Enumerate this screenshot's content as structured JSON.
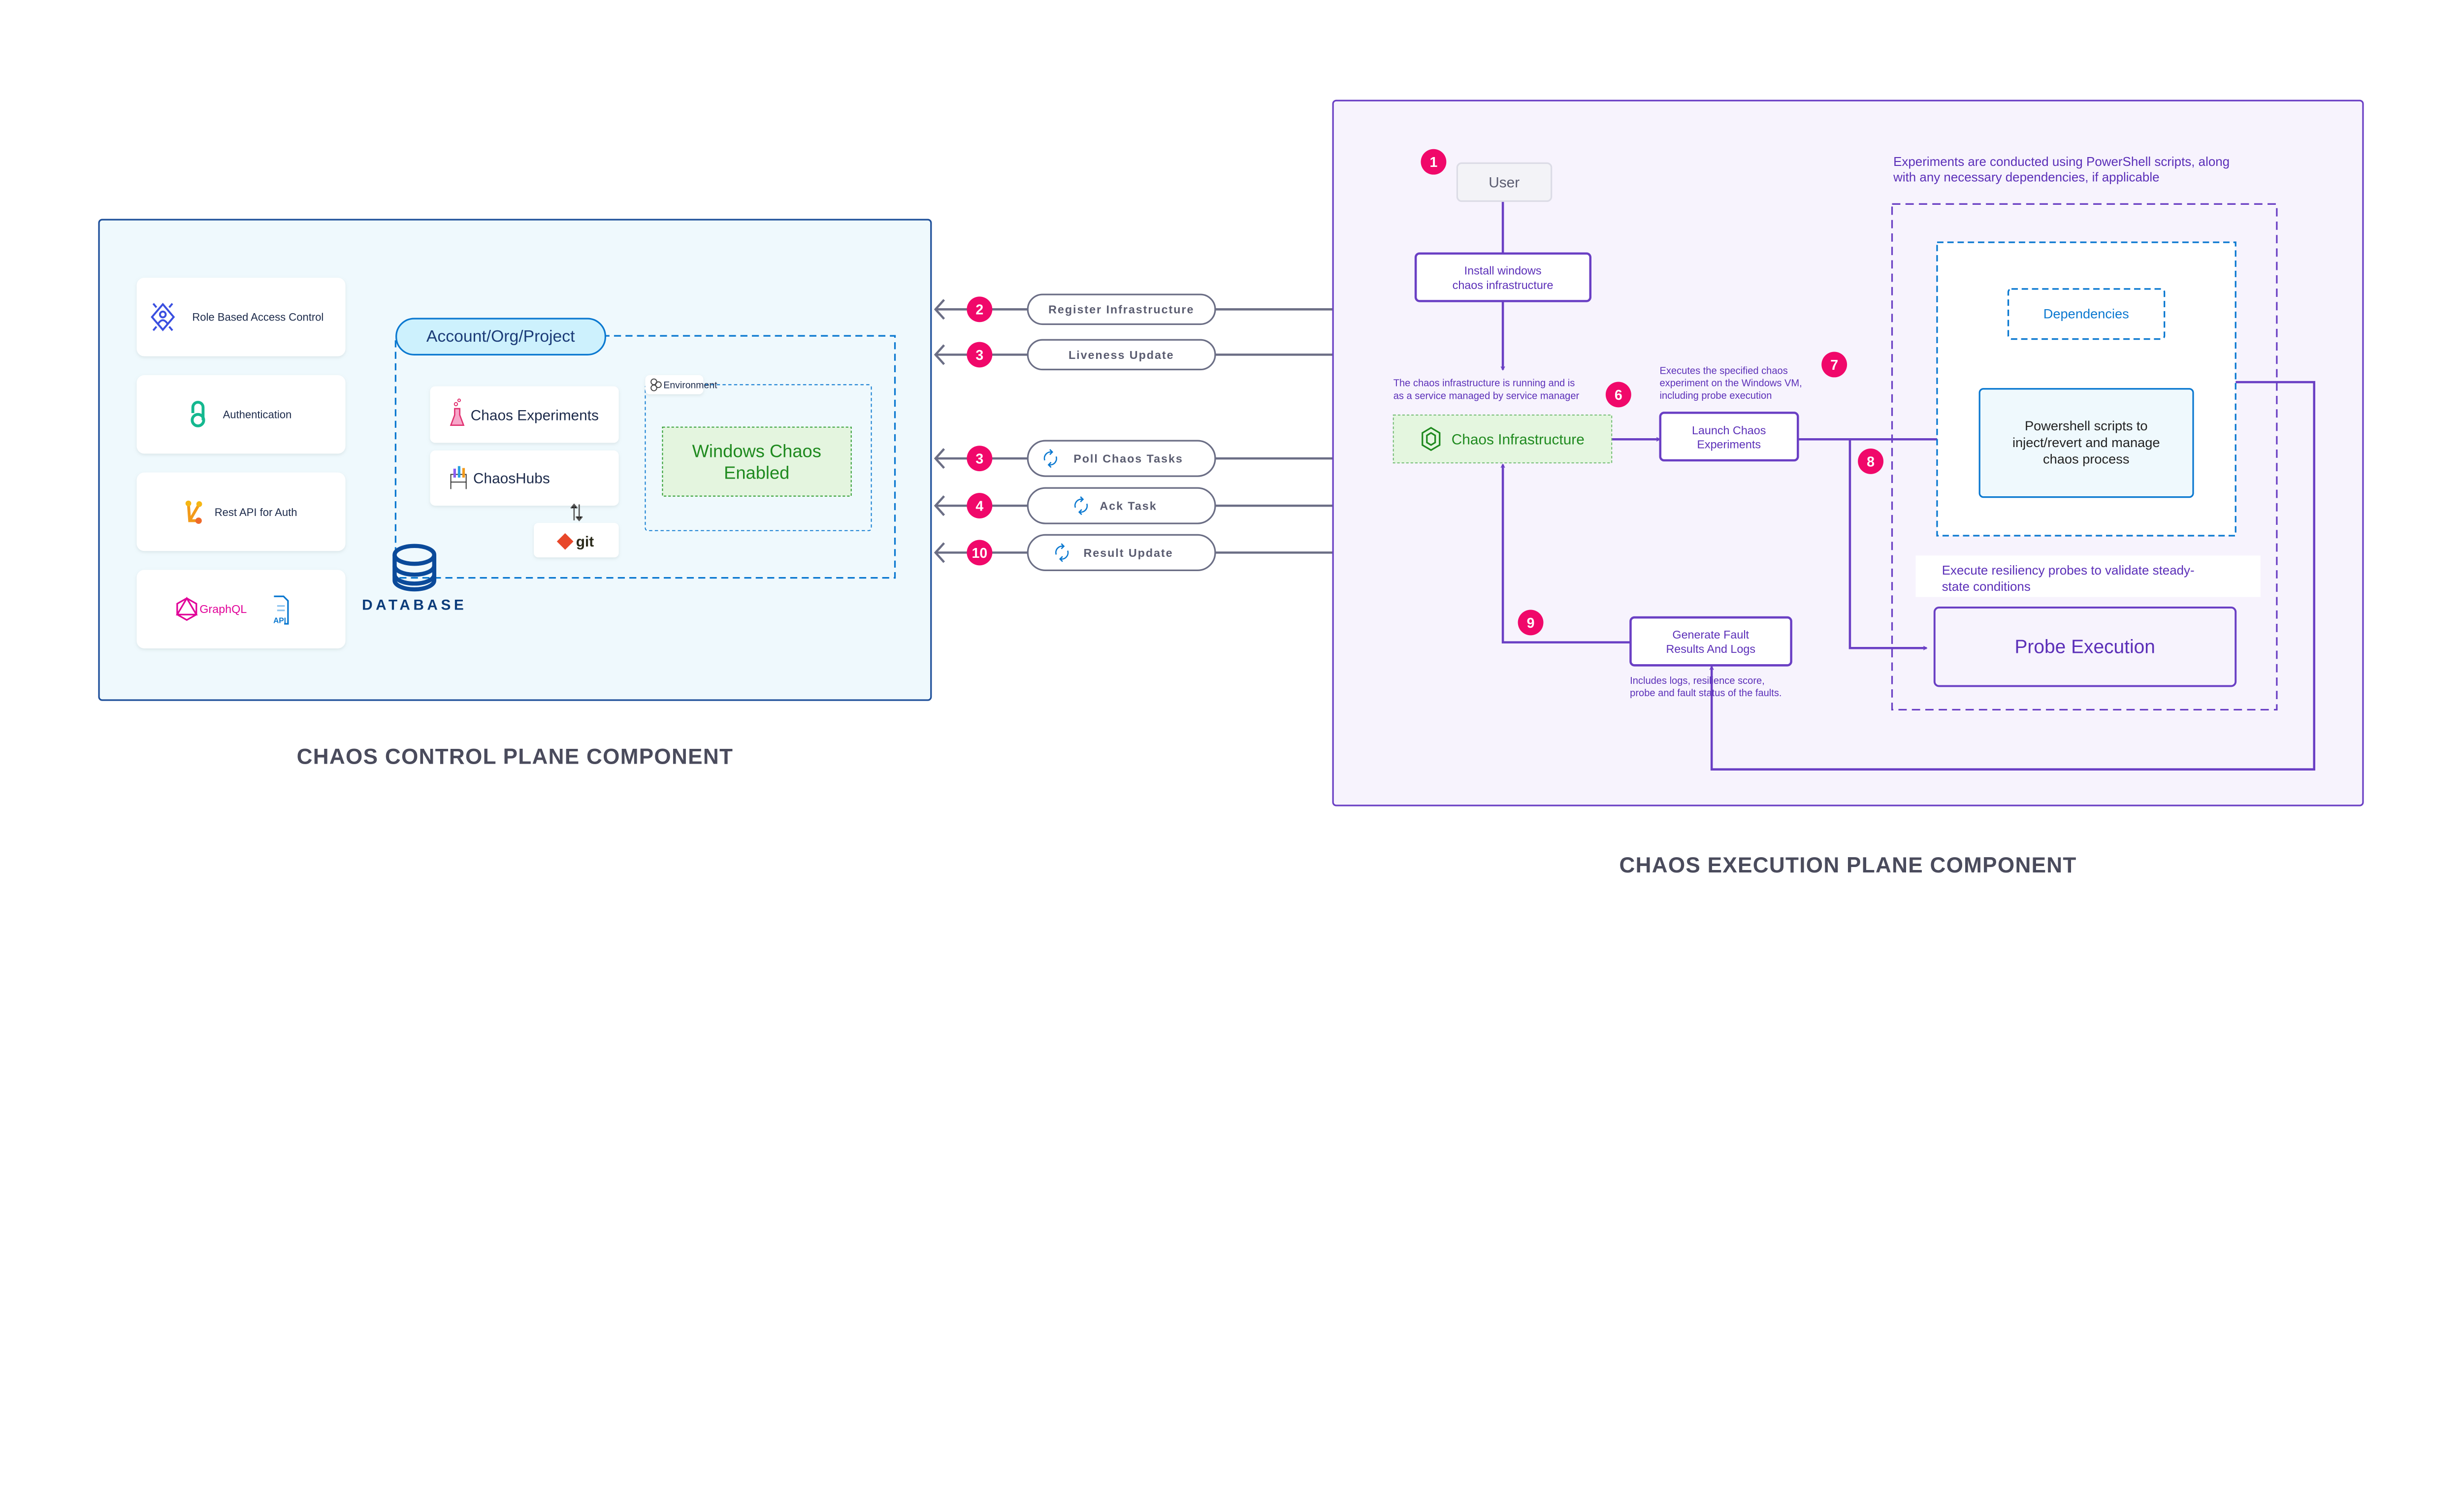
{
  "control_plane": {
    "title": "CHAOS CONTROL PLANE COMPONENT",
    "cards": [
      {
        "label": "Role Based Access Control",
        "icon": "rbac-icon"
      },
      {
        "label": "Authentication",
        "icon": "open-lock-icon"
      },
      {
        "label": "Rest API for Auth",
        "icon": "rest-api-icon"
      },
      {
        "label": "GraphQL",
        "icon": "graphql-icon",
        "extra": "API"
      }
    ],
    "scope_label": "Account/Org/Project",
    "chaos_experiments": "Chaos Experiments",
    "chaoshubs": "ChaosHubs",
    "git": "git",
    "environment": "Environment",
    "windows_chaos": [
      "Windows Chaos",
      "Enabled"
    ],
    "database": "DATABASE"
  },
  "flows": [
    {
      "step": "2",
      "label": "Register Infrastructure",
      "sync_icon": false
    },
    {
      "step": "3",
      "label": "Liveness Update",
      "sync_icon": false
    },
    {
      "step": "3",
      "label": "Poll Chaos Tasks",
      "sync_icon": true
    },
    {
      "step": "4",
      "label": "Ack Task",
      "sync_icon": true
    },
    {
      "step": "10",
      "label": "Result Update",
      "sync_icon": true
    }
  ],
  "execution_plane": {
    "title": "CHAOS EXECUTION PLANE COMPONENT",
    "user": {
      "step": "1",
      "label": "User"
    },
    "install": [
      "Install windows",
      "chaos infrastructure"
    ],
    "infra_note": [
      "The chaos infrastructure is running and is",
      "as a service managed by service manager"
    ],
    "infra_step": "6",
    "infra_label": "Chaos Infrastructure",
    "launch_note": [
      "Executes the specified chaos",
      "experiment on the Windows VM,",
      "including probe execution"
    ],
    "launch_step": "7",
    "launch": [
      "Launch Chaos",
      "Experiments"
    ],
    "branch_step": "8",
    "experiments_note": [
      "Experiments are conducted using PowerShell scripts, along",
      "with any necessary dependencies, if applicable"
    ],
    "dependencies": "Dependencies",
    "powershell": [
      "Powershell scripts to",
      "inject/revert and manage",
      "chaos process"
    ],
    "probe_note": [
      "Execute resiliency probes to validate steady-",
      "state conditions"
    ],
    "probe": "Probe Execution",
    "generate": [
      "Generate Fault",
      "Results And Logs"
    ],
    "generate_step": "9",
    "generate_note": [
      "Includes logs, resilience score,",
      "probe and fault status of the faults."
    ]
  },
  "colors": {
    "badge": "#f0086a",
    "purple": "#6a3fc4",
    "control_bg": "#eff9fd",
    "execution_bg": "#f7f3fd",
    "green": "#1f8a1f",
    "blue": "#0a78d0",
    "arrow_grey": "#6b6e85"
  }
}
